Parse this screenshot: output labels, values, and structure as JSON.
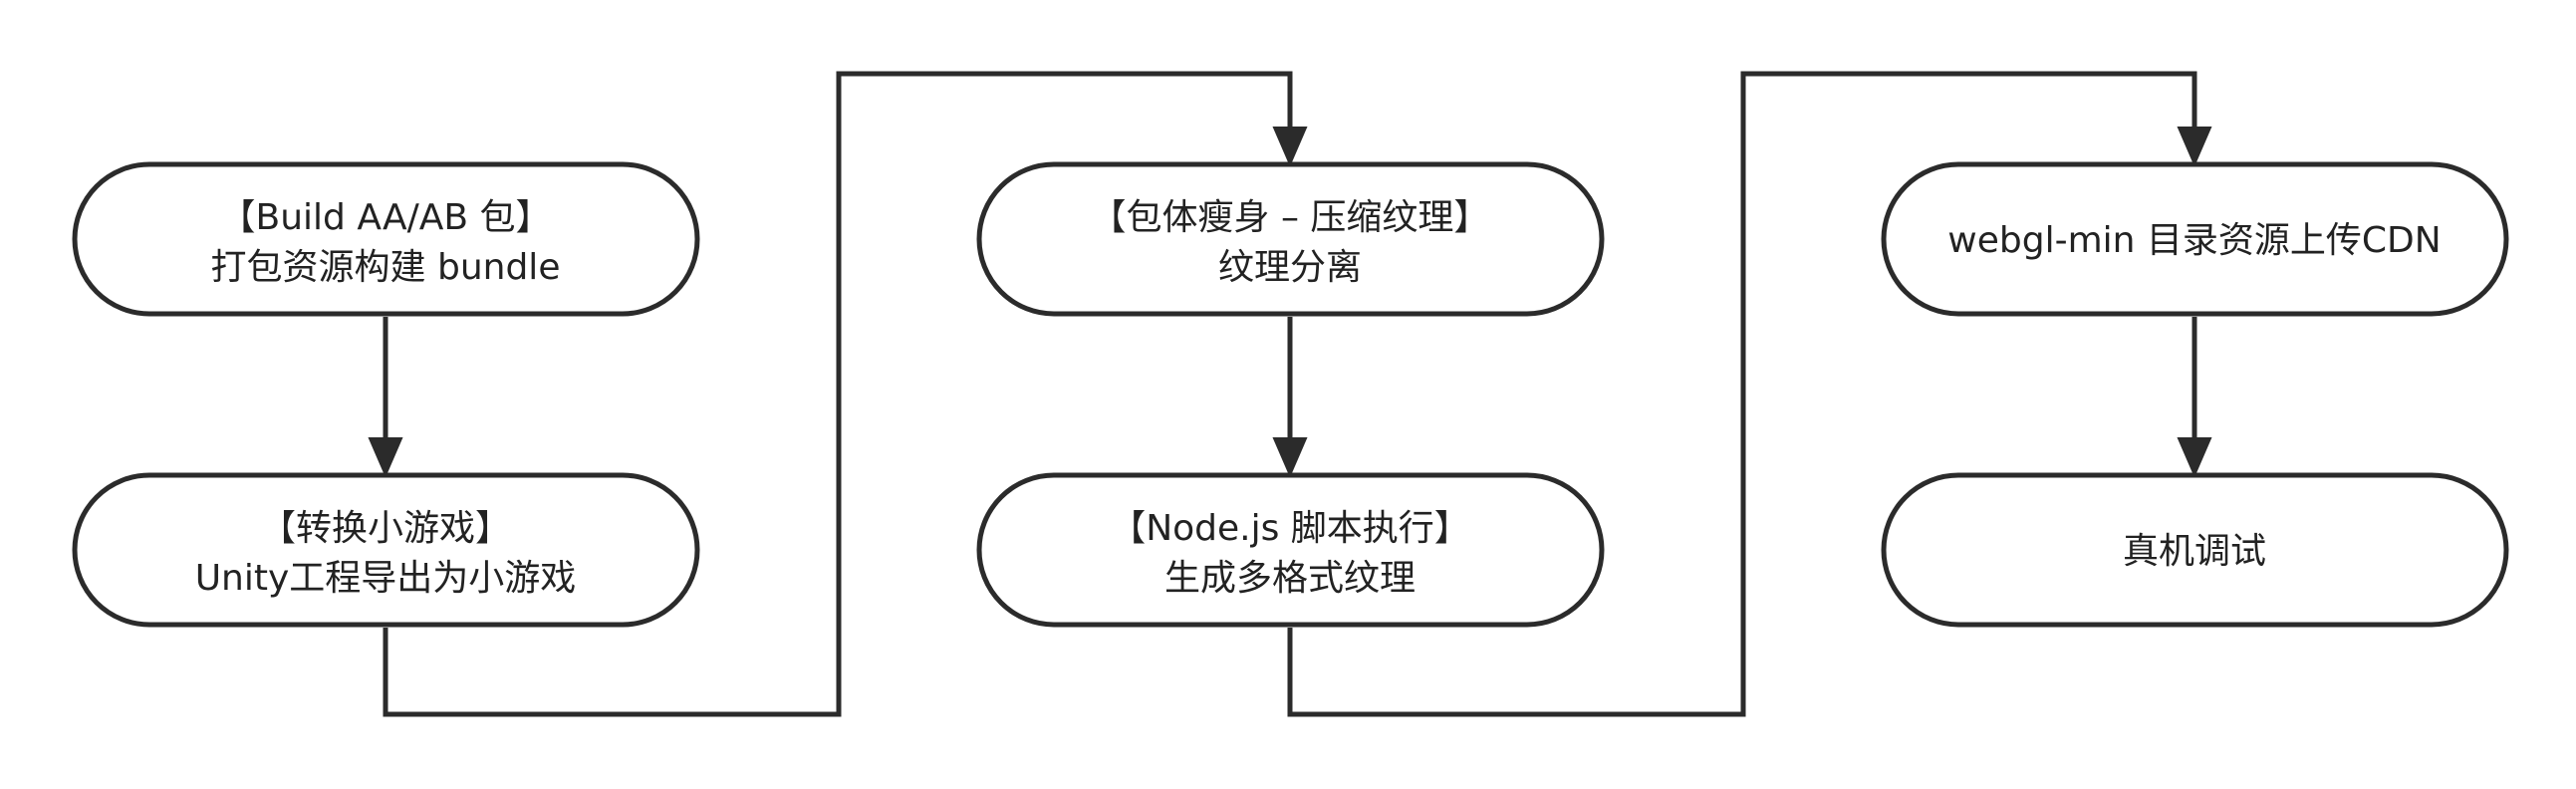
{
  "diagram": {
    "type": "flowchart",
    "nodes": [
      {
        "id": "build-ab",
        "line1": "【Build AA/AB 包】",
        "line2": "打包资源构建 bundle"
      },
      {
        "id": "convert-minigame",
        "line1": "【转换小游戏】",
        "line2": "Unity工程导出为小游戏"
      },
      {
        "id": "slim-package",
        "line1": "【包体瘦身 – 压缩纹理】",
        "line2": "纹理分离"
      },
      {
        "id": "node-script",
        "line1": "【Node.js 脚本执行】",
        "line2": "生成多格式纹理"
      },
      {
        "id": "upload-cdn",
        "line1": "webgl-min 目录资源上传CDN",
        "line2": ""
      },
      {
        "id": "device-debug",
        "line1": "真机调试",
        "line2": ""
      }
    ],
    "edges": [
      {
        "from": "build-ab",
        "to": "convert-minigame"
      },
      {
        "from": "convert-minigame",
        "to": "slim-package"
      },
      {
        "from": "slim-package",
        "to": "node-script"
      },
      {
        "from": "node-script",
        "to": "upload-cdn"
      },
      {
        "from": "upload-cdn",
        "to": "device-debug"
      }
    ]
  }
}
